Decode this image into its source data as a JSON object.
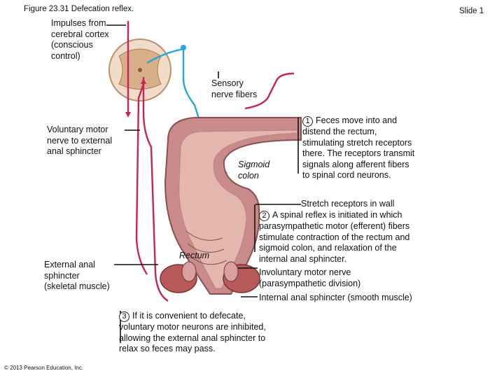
{
  "figure_title": "Figure 23.31 Defecation reflex.",
  "slide_label": "Slide 1",
  "copyright": "© 2013 Pearson Education, Inc.",
  "labels": {
    "impulses": "Impulses from\ncerebral cortex\n(conscious\ncontrol)",
    "sensory_fibers": "Sensory\nnerve fibers",
    "voluntary_motor": "Voluntary motor\nnerve to external\nanal sphincter",
    "sigmoid_colon": "Sigmoid\ncolon",
    "rectum": "Rectum",
    "external_sphincter": "External anal\nsphincter\n(skeletal muscle)",
    "stretch_receptors": "Stretch receptors in wall",
    "involuntary_motor": "Involuntary motor nerve\n(parasympathetic division)",
    "internal_sphincter": "Internal anal sphincter (smooth muscle)"
  },
  "steps": [
    {
      "number": "1",
      "text": "Feces move into and\ndistend the rectum,\nstimulating stretch receptors\nthere. The receptors transmit\nsignals along afferent fibers\nto spinal cord neurons."
    },
    {
      "number": "2",
      "text": "A spinal reflex is initiated in which\nparasympathetic motor (efferent) fibers\nstimulate contraction of the rectum and\nsigmoid colon, and relaxation of the\ninternal anal sphincter."
    },
    {
      "number": "3",
      "text": "If it is convenient to defecate,\nvoluntary motor neurons are inhibited,\nallowing the external anal sphincter to\nrelax so feces may pass."
    }
  ],
  "colors": {
    "sensory_nerve": "#29a6d8",
    "motor_nerve": "#c8235a",
    "colon_wall": "#c98a8a",
    "colon_lumen": "#e3b7ae",
    "spinal_cord": "#f0dcc8"
  }
}
